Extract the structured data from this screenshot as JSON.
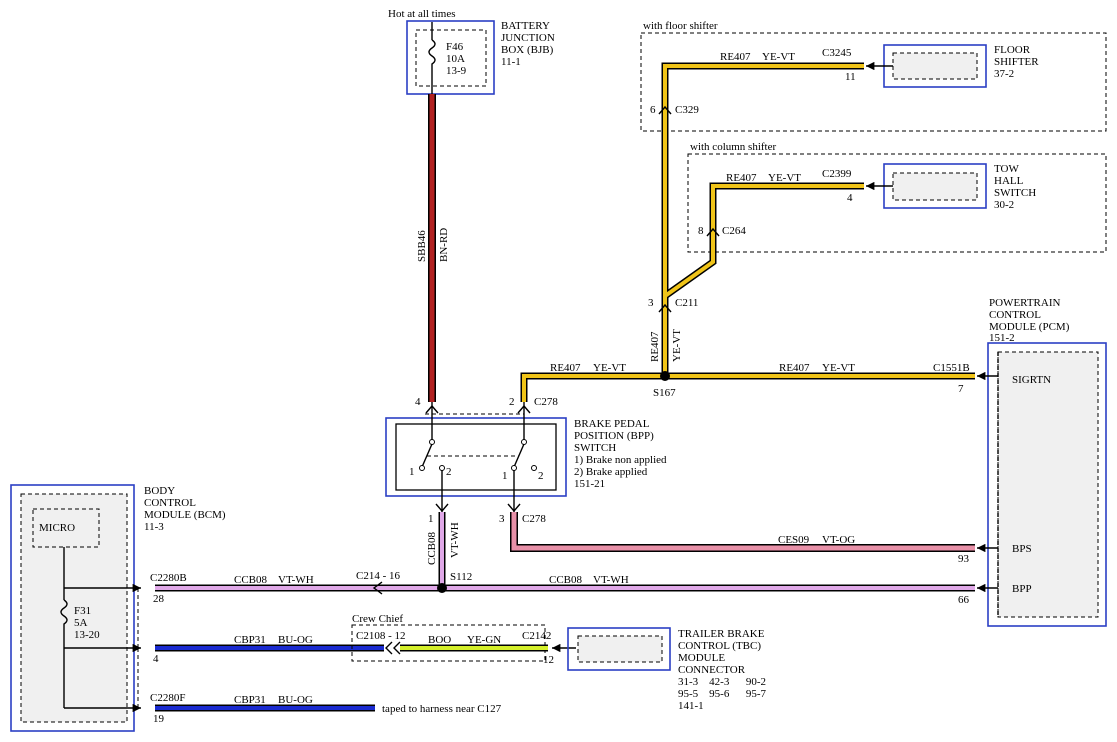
{
  "colors": {
    "module_border": "#2b3fc4",
    "bn_rd": "#b22222",
    "ye_vt": "#f0c419",
    "vt_wh": "#e0a8e8",
    "vt_og": "#e890a8",
    "bu_og": "#1a2bd0",
    "ye_gn": "#d4ef2a"
  },
  "bjb": {
    "top_label": "Hot at all times",
    "name_1": "BATTERY",
    "name_2": "JUNCTION",
    "name_3": "BOX (BJB)",
    "ref": "11-1",
    "fuse_1": "F46",
    "fuse_2": "10A",
    "fuse_3": "13-9"
  },
  "wires": {
    "bjb_circuit": "SBB46",
    "bjb_color": "BN-RD",
    "re407": "RE407",
    "ye_vt": "YE-VT",
    "ces09": "CES09",
    "vt_og": "VT-OG",
    "ccb08": "CCB08",
    "vt_wh": "VT-WH",
    "cbp31": "CBP31",
    "bu_og": "BU-OG",
    "boo": "BOO",
    "ye_gn": "YE-GN"
  },
  "floor_shifter": {
    "section": "with floor shifter",
    "name_1": "FLOOR",
    "name_2": "SHIFTER",
    "ref": "37-2",
    "connector": "C3245",
    "pin": "11",
    "c329": "C329",
    "c329_pin": "6"
  },
  "tow_haul": {
    "section": "with column shifter",
    "name_1": "TOW",
    "name_2": "HALL",
    "name_3": "SWITCH",
    "ref": "30-2",
    "connector": "C2399",
    "pin": "4",
    "c264": "C264",
    "c264_pin": "8"
  },
  "c211": {
    "label": "C211",
    "pin": "3"
  },
  "s167": "S167",
  "pcm": {
    "name_1": "POWERTRAIN",
    "name_2": "CONTROL",
    "name_3": "MODULE (PCM)",
    "ref": "151-2",
    "connector": "C1551B",
    "pin_sig": "7",
    "sigrtn": "SIGRTN",
    "pin_bps": "93",
    "bps": "BPS",
    "pin_bpp": "66",
    "bpp": "BPP"
  },
  "bpp_switch": {
    "name_1": "BRAKE PEDAL",
    "name_2": "POSITION (BPP)",
    "name_3": "SWITCH",
    "note_1": "1) Brake non applied",
    "note_2": "2) Brake applied",
    "ref": "151-21",
    "pin_4": "4",
    "pin_2": "2",
    "c278": "C278",
    "pos_1": "1",
    "pos_2": "2",
    "pin_low_1": "1",
    "pin_low_3": "3",
    "c278_low": "C278"
  },
  "bcm": {
    "name_1": "BODY",
    "name_2": "CONTROL",
    "name_3": "MODULE (BCM)",
    "ref": "11-3",
    "micro": "MICRO",
    "fuse_1": "F31",
    "fuse_2": "5A",
    "fuse_3": "13-20",
    "c2280b": "C2280B",
    "pin_28": "28",
    "pin_4": "4",
    "c2280f": "C2280F",
    "pin_19": "19"
  },
  "c214": "C214 - 16",
  "s112": "S112",
  "crew_chief": {
    "label": "Crew Chief",
    "c2108": "C2108 - 12",
    "c2142": "C2142",
    "pin_12": "12"
  },
  "tbc": {
    "name_1": "TRAILER BRAKE",
    "name_2": "CONTROL (TBC)",
    "name_3": "MODULE",
    "name_4": "CONNECTOR",
    "refs_1": "31-3    42-3      90-2",
    "refs_2": "95-5    95-6      95-7",
    "refs_3": "141-1"
  },
  "taped": "taped to harness near C127"
}
